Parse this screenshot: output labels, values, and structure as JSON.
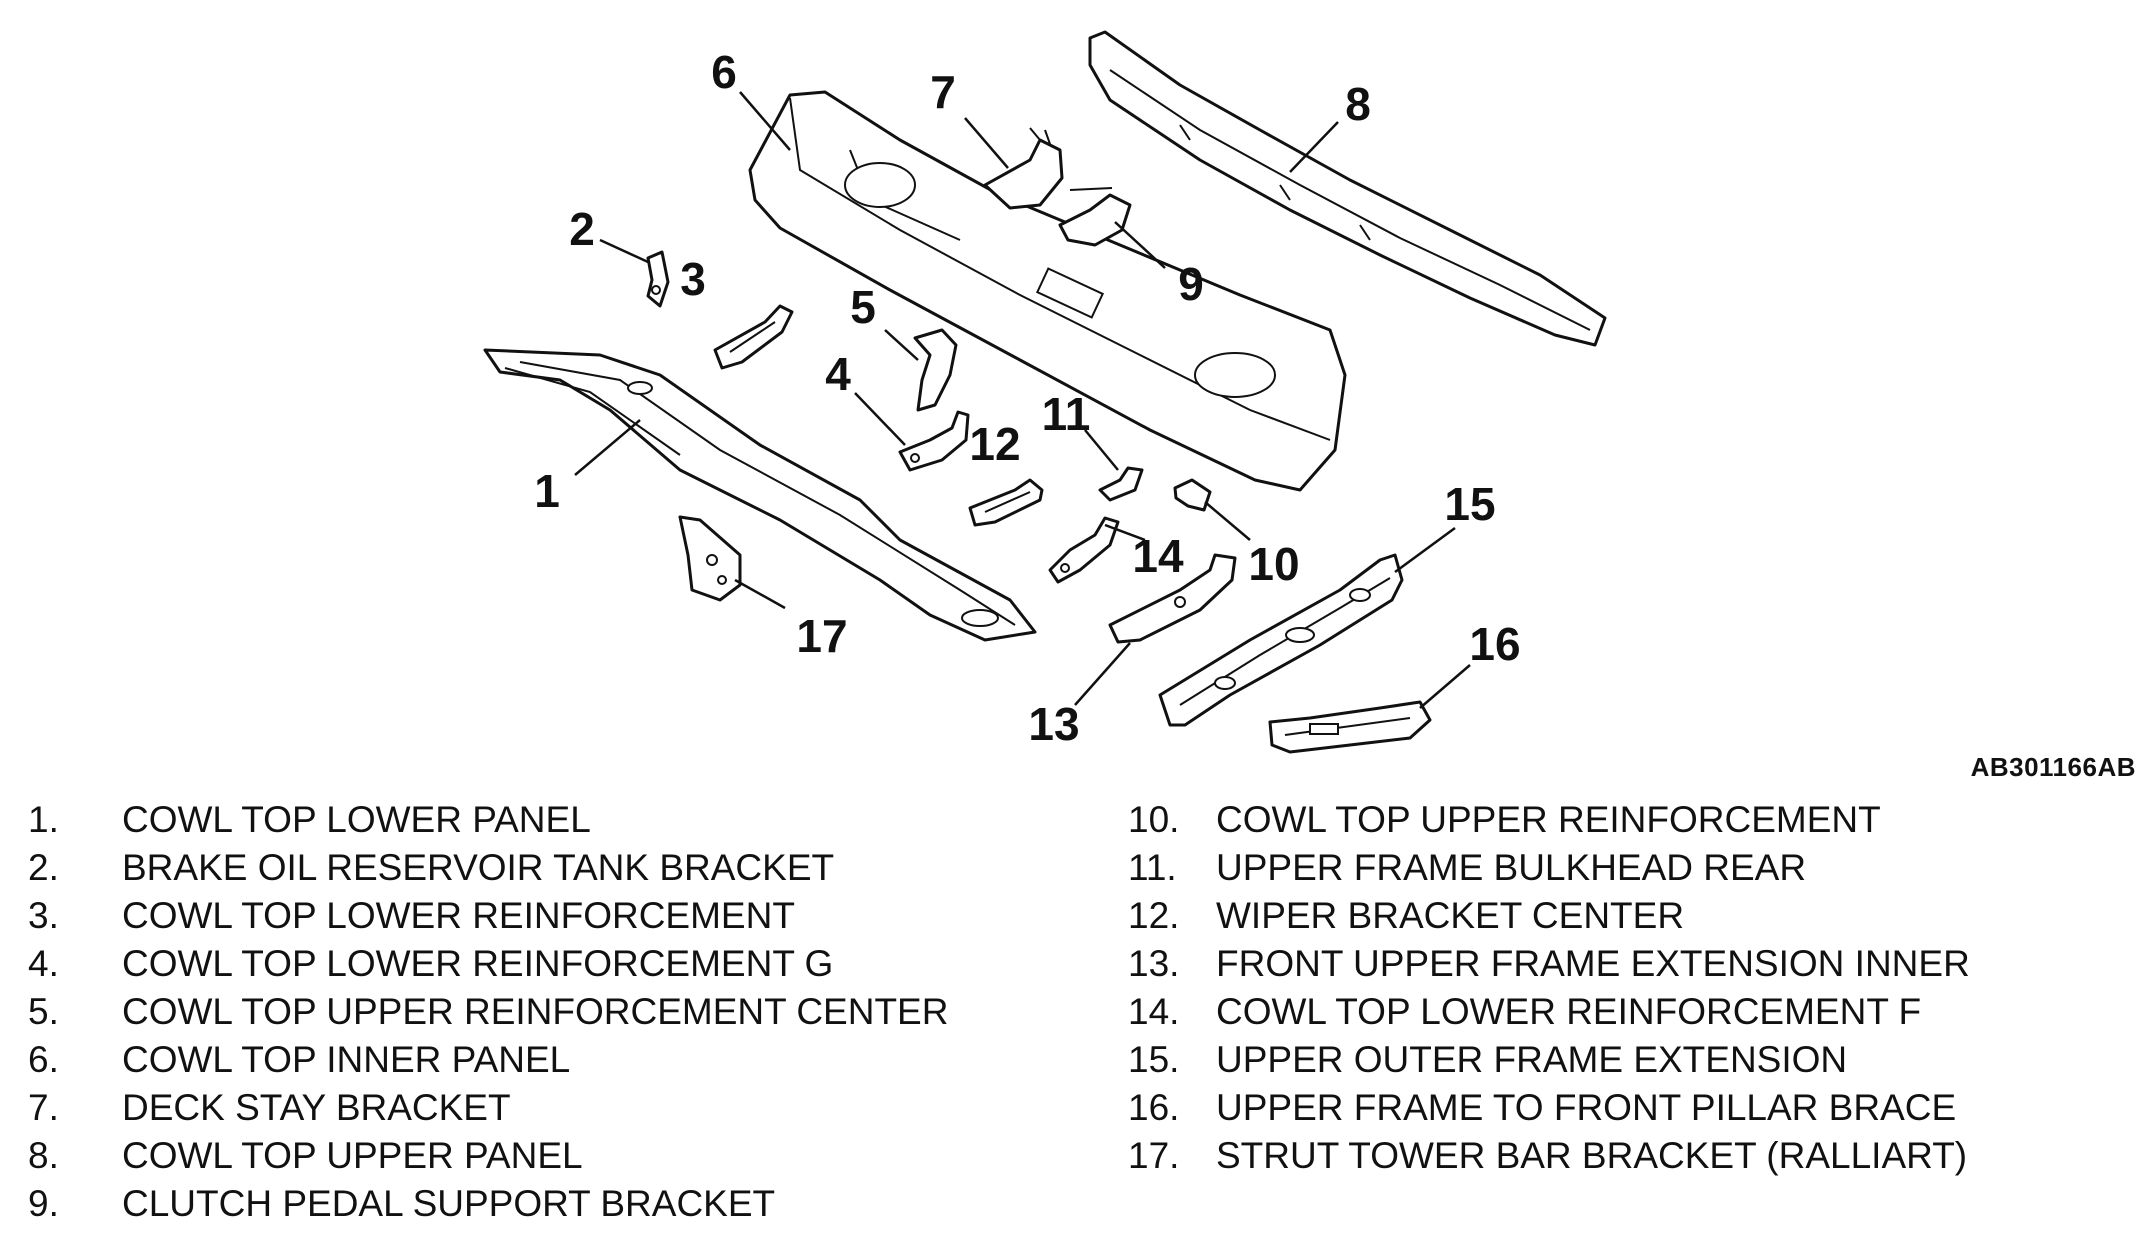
{
  "figure_code": "AB301166AB",
  "callouts": [
    "1",
    "2",
    "3",
    "4",
    "5",
    "6",
    "7",
    "8",
    "9",
    "10",
    "11",
    "12",
    "13",
    "14",
    "15",
    "16",
    "17"
  ],
  "legend_left": [
    {
      "num": "1.",
      "name": "COWL TOP LOWER PANEL"
    },
    {
      "num": "2.",
      "name": "BRAKE OIL RESERVOIR TANK BRACKET"
    },
    {
      "num": "3.",
      "name": "COWL TOP LOWER REINFORCEMENT"
    },
    {
      "num": "4.",
      "name": "COWL TOP LOWER REINFORCEMENT G"
    },
    {
      "num": "5.",
      "name": "COWL TOP UPPER REINFORCEMENT CENTER"
    },
    {
      "num": "6.",
      "name": "COWL TOP INNER PANEL"
    },
    {
      "num": "7.",
      "name": "DECK STAY BRACKET"
    },
    {
      "num": "8.",
      "name": "COWL TOP UPPER PANEL"
    },
    {
      "num": "9.",
      "name": "CLUTCH PEDAL SUPPORT BRACKET"
    }
  ],
  "legend_right": [
    {
      "num": "10.",
      "name": "COWL TOP UPPER REINFORCEMENT"
    },
    {
      "num": "11.",
      "name": "UPPER FRAME BULKHEAD REAR"
    },
    {
      "num": "12.",
      "name": "WIPER BRACKET CENTER"
    },
    {
      "num": "13.",
      "name": "FRONT UPPER FRAME EXTENSION INNER"
    },
    {
      "num": "14.",
      "name": "COWL TOP LOWER REINFORCEMENT F"
    },
    {
      "num": "15.",
      "name": "UPPER OUTER FRAME EXTENSION"
    },
    {
      "num": "16.",
      "name": "UPPER FRAME TO FRONT PILLAR BRACE"
    },
    {
      "num": "17.",
      "name": "STRUT TOWER BAR BRACKET (RALLIART)"
    }
  ]
}
